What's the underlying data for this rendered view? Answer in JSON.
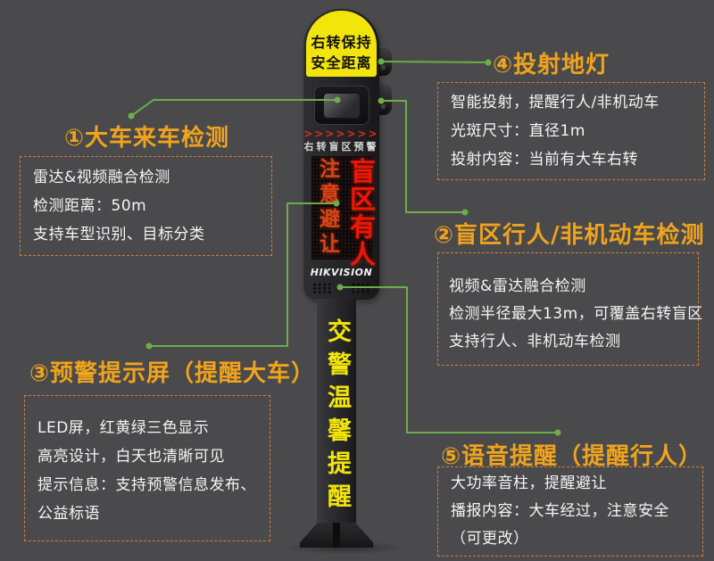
{
  "device": {
    "top_sign": {
      "line1": "右转保持",
      "line2": "安全距离"
    },
    "arrows": ">>>>>>>",
    "warning_label": "右转盲区预警",
    "led_screen": {
      "left_text": "注意避让",
      "right_text": "盲区有人"
    },
    "brand": "HIKVISION",
    "pole_text": "交警温馨提醒"
  },
  "annotations": [
    {
      "id": "1",
      "title": "①大车来车检测",
      "lines": [
        "雷达&视频融合检测",
        "检测距离：50m",
        "支持车型识别、目标分类"
      ]
    },
    {
      "id": "2",
      "title": "②盲区行人/非机动车检测",
      "lines": [
        "视频&雷达融合检测",
        "检测半径最大13m，可覆盖右转盲区",
        "支持行人、非机动车检测"
      ]
    },
    {
      "id": "3",
      "title": "③预警提示屏（提醒大车）",
      "lines": [
        "LED屏，红黄绿三色显示",
        "高亮设计，白天也清晰可见",
        "提示信息：支持预警信息发布、公益标语"
      ]
    },
    {
      "id": "4",
      "title": "④投射地灯",
      "lines": [
        "智能投射，提醒行人/非机动车",
        "光斑尺寸：直径1m",
        "投射内容：当前有大车右转"
      ]
    },
    {
      "id": "5",
      "title": "⑤语音提醒（提醒行人）",
      "lines": [
        "大功率音柱，提醒避让",
        "播报内容：大车经过，注意安全（可更改）"
      ]
    }
  ],
  "colors": {
    "background": "#4a4a4c",
    "title_orange": "#f0a31c",
    "connector_green": "#6cae49",
    "box_border_orange": "#cf7f3e",
    "sign_yellow": "#f2e50c",
    "pole_text_yellow": "#f2e40c",
    "led_left_orange_red": "#da4318",
    "led_right_red": "#ef1606",
    "arrow_red": "#e02c1c",
    "body_text": "#f5f5f5"
  }
}
